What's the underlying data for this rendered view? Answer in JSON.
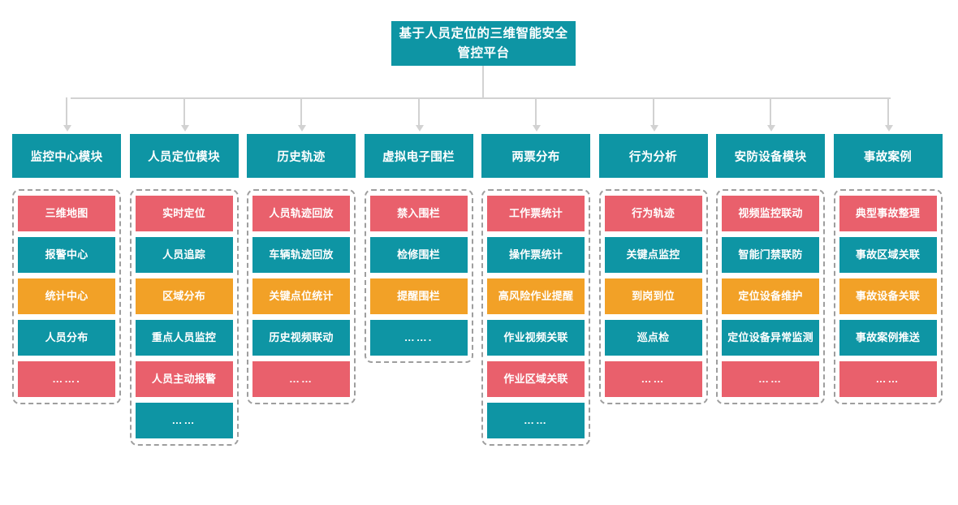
{
  "diagram": {
    "title": "基于人员定位的三维智能安全管控平台",
    "colors": {
      "teal": "#0e95a4",
      "red": "#e9606c",
      "amber": "#f2a127",
      "connector": "#d2d2d2",
      "dashed_border": "#9e9e9e",
      "background": "#ffffff",
      "text": "#ffffff"
    }
  },
  "chart_data": {
    "type": "diagram",
    "title": "基于人员定位的三维智能安全管控平台",
    "layout": "top-down tree, 1 root node over 8 module columns",
    "columns": [
      {
        "header": "监控中心模块",
        "items": [
          {
            "label": "三维地图",
            "color": "red"
          },
          {
            "label": "报警中心",
            "color": "teal"
          },
          {
            "label": "统计中心",
            "color": "amber"
          },
          {
            "label": "人员分布",
            "color": "teal"
          },
          {
            "label": "…….",
            "color": "red"
          }
        ]
      },
      {
        "header": "人员定位模块",
        "items": [
          {
            "label": "实时定位",
            "color": "red"
          },
          {
            "label": "人员追踪",
            "color": "teal"
          },
          {
            "label": "区域分布",
            "color": "amber"
          },
          {
            "label": "重点人员监控",
            "color": "teal"
          },
          {
            "label": "人员主动报警",
            "color": "red"
          },
          {
            "label": "……",
            "color": "teal"
          }
        ]
      },
      {
        "header": "历史轨迹",
        "items": [
          {
            "label": "人员轨迹回放",
            "color": "red"
          },
          {
            "label": "车辆轨迹回放",
            "color": "teal"
          },
          {
            "label": "关键点位统计",
            "color": "amber"
          },
          {
            "label": "历史视频联动",
            "color": "teal"
          },
          {
            "label": "……",
            "color": "red"
          }
        ]
      },
      {
        "header": "虚拟电子围栏",
        "items": [
          {
            "label": "禁入围栏",
            "color": "red"
          },
          {
            "label": "检修围栏",
            "color": "teal"
          },
          {
            "label": "提醒围栏",
            "color": "amber"
          },
          {
            "label": "…….",
            "color": "teal"
          }
        ]
      },
      {
        "header": "两票分布",
        "items": [
          {
            "label": "工作票统计",
            "color": "red"
          },
          {
            "label": "操作票统计",
            "color": "teal"
          },
          {
            "label": "高风险作业提醒",
            "color": "amber"
          },
          {
            "label": "作业视频关联",
            "color": "teal"
          },
          {
            "label": "作业区域关联",
            "color": "red"
          },
          {
            "label": "……",
            "color": "teal"
          }
        ]
      },
      {
        "header": "行为分析",
        "items": [
          {
            "label": "行为轨迹",
            "color": "red"
          },
          {
            "label": "关键点监控",
            "color": "teal"
          },
          {
            "label": "到岗到位",
            "color": "amber"
          },
          {
            "label": "巡点检",
            "color": "teal"
          },
          {
            "label": "……",
            "color": "red"
          }
        ]
      },
      {
        "header": "安防设备模块",
        "items": [
          {
            "label": "视频监控联动",
            "color": "red"
          },
          {
            "label": "智能门禁联防",
            "color": "teal"
          },
          {
            "label": "定位设备维护",
            "color": "amber"
          },
          {
            "label": "定位设备异常监测",
            "color": "teal"
          },
          {
            "label": "……",
            "color": "red"
          }
        ]
      },
      {
        "header": "事故案例",
        "items": [
          {
            "label": "典型事故整理",
            "color": "red"
          },
          {
            "label": "事故区域关联",
            "color": "teal"
          },
          {
            "label": "事故设备关联",
            "color": "amber"
          },
          {
            "label": "事故案例推送",
            "color": "teal"
          },
          {
            "label": "……",
            "color": "red"
          }
        ]
      }
    ]
  }
}
